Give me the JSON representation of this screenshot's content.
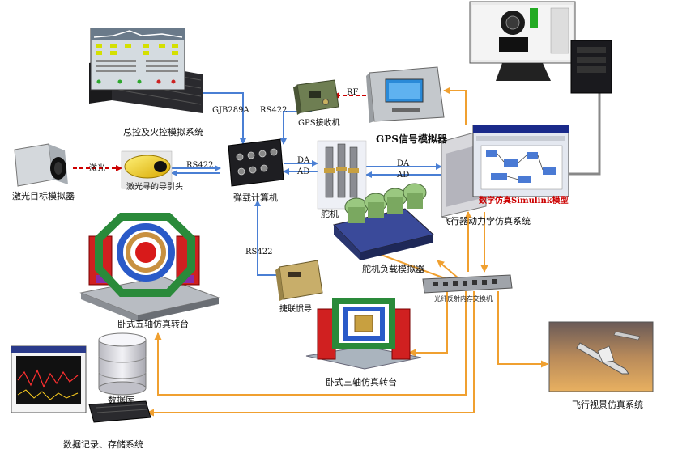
{
  "nodes": {
    "fire_control": "总控及火控模拟系统",
    "gps_receiver": "GPS接收机",
    "gps_simulator": "GPS信号模拟器",
    "laser_target": "激光目标模拟器",
    "laser_seeker": "激光寻的导引头",
    "onboard_computer": "弹载计算机",
    "servo": "舵机",
    "flight_dynamics": "飞行器动力学仿真系统",
    "simulink_model": "数学仿真Simulink模型",
    "five_axis": "卧式五轴仿真转台",
    "servo_load": "舵机负载模拟器",
    "strapdown_ins": "捷联惯导",
    "reflective_switch": "光纤反射内存交换机",
    "three_axis": "卧式三轴仿真转台",
    "flight_visual": "飞行视景仿真系统",
    "database": "数据库",
    "data_record": "数据记录、存储系统"
  },
  "links": {
    "gjb": "GJB289A",
    "rs422_gps": "RS422",
    "rf": "RF",
    "laser": "激光",
    "rs422_seeker": "RS422",
    "da_left": "DA",
    "ad_left": "AD",
    "da_right": "DA",
    "ad_right": "AD",
    "rs422_ins": "RS422"
  },
  "colors": {
    "blue_link": "#4a7fd4",
    "orange_link": "#f0a030",
    "gray_link": "#888888",
    "red_link": "#cc0000"
  }
}
